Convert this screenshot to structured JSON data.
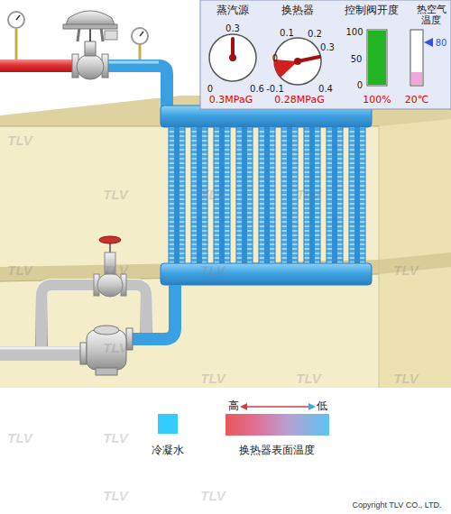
{
  "diagram": {
    "labels": [
      "蒸汽源",
      "换热器",
      "控制阀开度",
      "热空气 温度",
      "0.3",
      "0",
      "0.6",
      "0.3MPaG",
      "0.1",
      "0.2",
      "0",
      "0.3",
      "-0.1",
      "0.4",
      "0.28MPaG",
      "100",
      "50",
      "0",
      "100%",
      "80",
      "20℃",
      "高",
      "低",
      "Copyright TLV CO., LTD.",
      "TLV",
      "TLV",
      "TLV",
      "TLV",
      "TLV",
      "TLV",
      "TLV",
      "TLV",
      "TLV",
      "TLV",
      "TLV",
      "TLV",
      "TLV",
      "TLV",
      "TLV",
      "TLV"
    ],
    "legend": [
      {
        "text": "冷凝水",
        "color": "#33ccff"
      },
      {
        "text": "换热器表面温度"
      }
    ]
  }
}
